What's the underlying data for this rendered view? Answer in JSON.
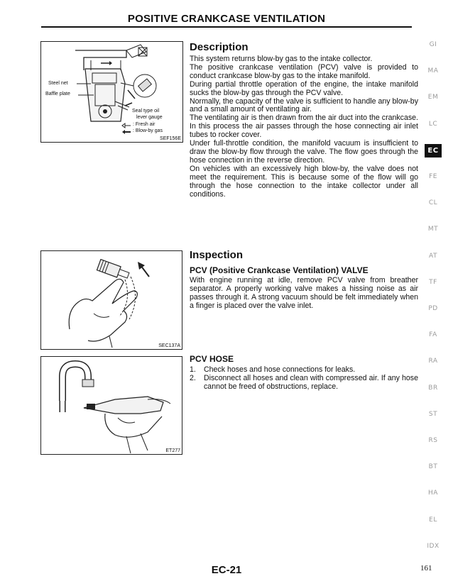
{
  "page_title": "POSITIVE CRANKCASE VENTILATION",
  "figures": {
    "fig1": {
      "code": "SEF156E",
      "labels": {
        "steel_net": "Steel net",
        "baffle_plate": "Baffle plate",
        "seal_type_oil": "Seal type oil",
        "lever_gauge": "lever gauge",
        "fresh_air": ": Fresh air",
        "blow_by": ": Blow-by gas"
      }
    },
    "fig2": {
      "code": "SEC137A"
    },
    "fig3": {
      "code": "ET277"
    }
  },
  "description": {
    "heading": "Description",
    "paragraphs": [
      "This system returns blow-by gas to the intake collector.",
      "The positive crankcase ventilation (PCV) valve is provided to conduct crankcase blow-by gas to the intake manifold.",
      "During partial throttle operation of the engine, the intake manifold sucks the blow-by gas through the PCV valve.",
      "Normally, the capacity of the valve is sufficient to handle any blow-by and a small amount of ventilating air.",
      "The ventilating air is then drawn from the air duct into the crankcase. In this process the air passes through the hose connecting air inlet tubes to rocker cover.",
      "Under full-throttle condition, the manifold vacuum is insufficient to draw the blow-by flow through the valve. The flow goes through the hose connection in the reverse direction.",
      "On vehicles with an excessively high blow-by, the valve does not meet the requirement. This is because some of the flow will go through the hose connection to the intake collector under all conditions."
    ]
  },
  "inspection": {
    "heading": "Inspection",
    "pcv_valve": {
      "heading": "PCV (Positive Crankcase Ventilation) VALVE",
      "text": "With engine running at idle, remove PCV valve from breather separator. A properly working valve makes a hissing noise as air passes through it. A strong vacuum should be felt immediately when a finger is placed over the valve inlet."
    },
    "pcv_hose": {
      "heading": "PCV HOSE",
      "steps": [
        {
          "num": "1.",
          "text": "Check hoses and hose connections for leaks."
        },
        {
          "num": "2.",
          "text": "Disconnect all hoses and clean with compressed air. If any hose cannot be freed of obstructions, replace."
        }
      ]
    }
  },
  "side_tabs": [
    "GI",
    "MA",
    "EM",
    "LC",
    "EC",
    "FE",
    "CL",
    "MT",
    "AT",
    "TF",
    "PD",
    "FA",
    "RA",
    "BR",
    "ST",
    "RS",
    "BT",
    "HA",
    "EL",
    "IDX"
  ],
  "active_tab": "EC",
  "footer_code": "EC-21",
  "page_number": "161"
}
